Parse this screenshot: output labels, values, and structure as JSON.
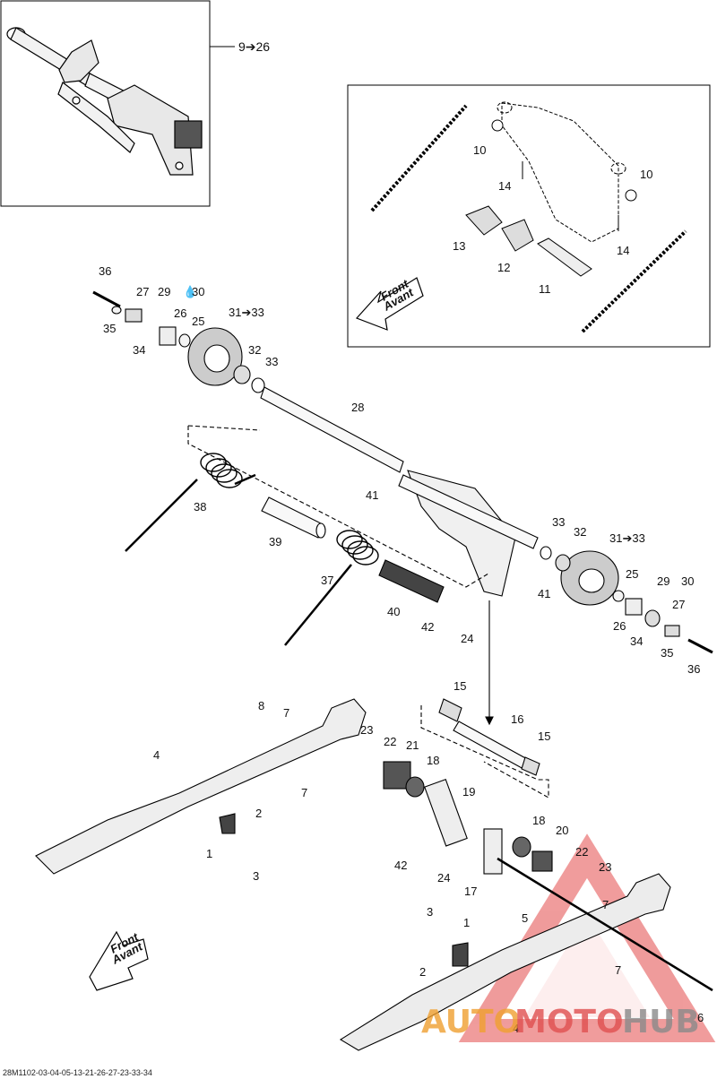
{
  "diagram": {
    "ref_top": "9➔26",
    "labels": {
      "l10a": "10",
      "l10b": "10",
      "l14a": "14",
      "l14b": "14",
      "l13": "13",
      "l12": "12",
      "l11": "11",
      "l36a": "36",
      "l27a": "27",
      "l29a": "29",
      "l30a": "30",
      "l35a": "35",
      "l26a": "26",
      "l25a": "25",
      "l34a": "34",
      "l3133a": "31➔33",
      "l32a": "32",
      "l33a": "33",
      "l28": "28",
      "l41a": "41",
      "l38": "38",
      "l39": "39",
      "l37": "37",
      "l40": "40",
      "l42a": "42",
      "l24a": "24",
      "l33b": "33",
      "l32b": "32",
      "l3133b": "31➔33",
      "l41b": "41",
      "l25b": "25",
      "l29b": "29",
      "l30b": "30",
      "l27b": "27",
      "l26b": "26",
      "l34b": "34",
      "l35b": "35",
      "l36b": "36",
      "l15a": "15",
      "l16": "16",
      "l15b": "15",
      "l8": "8",
      "l7a": "7",
      "l4": "4",
      "l7b": "7",
      "l23a": "23",
      "l22a": "22",
      "l21": "21",
      "l18a": "18",
      "l19": "19",
      "l2a": "2",
      "l1a": "1",
      "l3a": "3",
      "l18b": "18",
      "l20": "20",
      "l22b": "22",
      "l23b": "23",
      "l42b": "42",
      "l24b": "24",
      "l17": "17",
      "l5": "5",
      "l7c": "7",
      "l3b": "3",
      "l1b": "1",
      "l2b": "2",
      "l7d": "7",
      "l4b": "4",
      "l6": "6"
    },
    "front_label_en": "Front",
    "front_label_fr": "Avant",
    "footer_code": "28M1102-03-04-05-13-21-26-27-23-33-34"
  },
  "watermark": {
    "part1": "AUTO",
    "part2": "MOTO",
    "part3": "HUB",
    "colors": {
      "orange": "#f0a030",
      "red": "#e05050",
      "gray": "#8a8a8a"
    }
  }
}
